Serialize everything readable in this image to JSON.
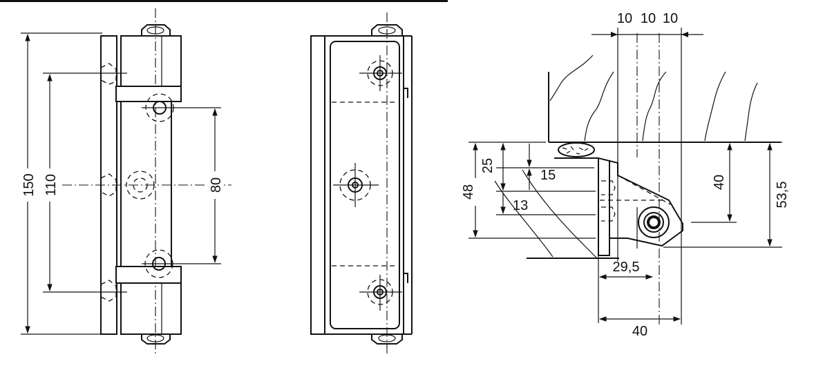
{
  "dimensions": {
    "front_view": {
      "overall_height": "150",
      "fixing_hole_spacing": "110",
      "leaf_hole_spacing": "80"
    },
    "side_view": {
      "offset_1": "10",
      "offset_2": "10",
      "offset_3": "10",
      "leaf_height": "48",
      "step_height": "25",
      "gap_15": "15",
      "gap_13": "13",
      "pivot_height": "40",
      "total_height": "53,5",
      "pivot_distance": "29,5",
      "overall_width": "40"
    }
  }
}
